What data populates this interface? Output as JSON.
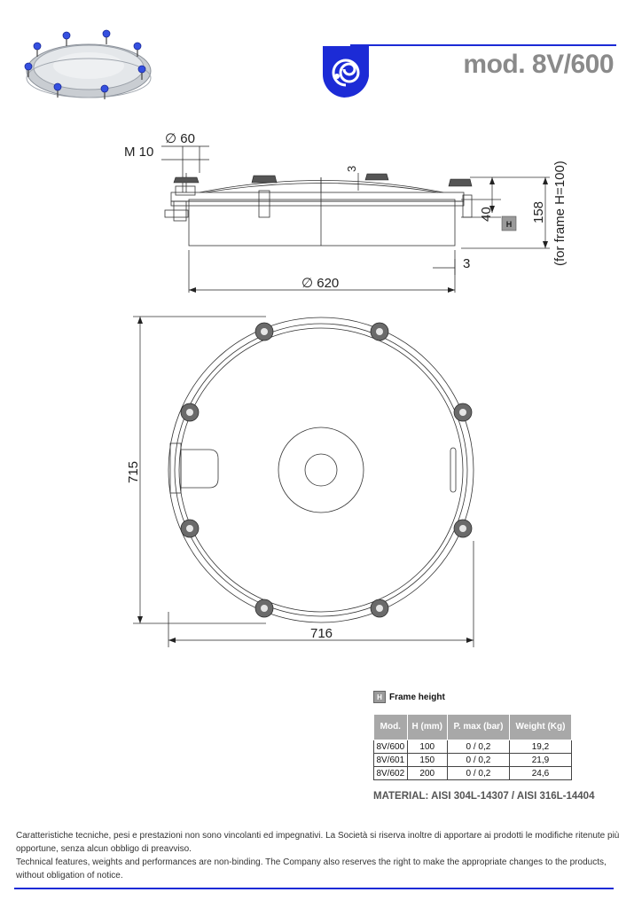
{
  "header": {
    "model_title": "mod. 8V/600",
    "brand_color": "#1c2bd6",
    "logo_icon": "spiral-logo-icon",
    "product_photo_icon": "manhole-product-photo"
  },
  "side_view": {
    "dim_diameter_bolt": "∅ 60",
    "dim_thread": "M 10",
    "dim_dome": "3",
    "dim_height": "40",
    "dim_total": "158",
    "dim_total_note": "(for frame H=100)",
    "dim_offset": "3",
    "dim_inner_diameter": "∅ 620",
    "frame_marker": "H"
  },
  "top_view": {
    "dim_height": "715",
    "dim_width": "716"
  },
  "legend": {
    "marker": "H",
    "label": "Frame height"
  },
  "spec_table": {
    "headers": [
      "Mod.",
      "H (mm)",
      "P. max (bar)",
      "Weight (Kg)"
    ],
    "rows": [
      [
        "8V/600",
        "100",
        "0 / 0,2",
        "19,2"
      ],
      [
        "8V/601",
        "150",
        "0 / 0,2",
        "21,9"
      ],
      [
        "8V/602",
        "200",
        "0 / 0,2",
        "24,6"
      ]
    ]
  },
  "material": "MATERIAL: AISI 304L-14307 / AISI 316L-14404",
  "notes": {
    "it": "Caratteristiche tecniche, pesi e prestazioni non sono vincolanti ed impegnativi. La Società si riserva inoltre di apportare ai prodotti le modifiche ritenute più opportune, senza alcun obbligo di preavviso.",
    "en": "Technical features, weights and performances are non-binding. The Company also reserves the right to make the appropriate changes to the products, without obligation of notice."
  }
}
